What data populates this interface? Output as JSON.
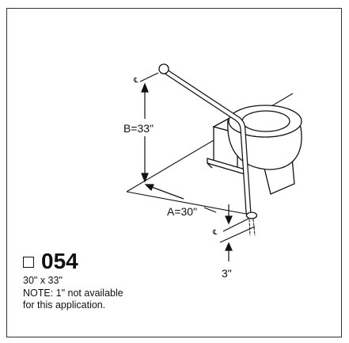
{
  "product": {
    "model_number": "054",
    "size": "30\" x 33\"",
    "note_line1": "NOTE: 1\" not available",
    "note_line2": "for this application."
  },
  "dimensions": {
    "height_label": "B=33\"",
    "width_label": "A=30\"",
    "offset_label": "3\"",
    "centerline_symbol": "℄"
  }
}
